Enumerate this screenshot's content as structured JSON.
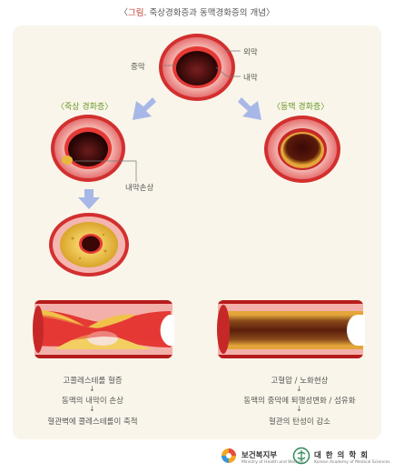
{
  "title": {
    "prefix": "〈",
    "highlight": "그림",
    "rest": ". 죽상경화증과 동맥경화증의 개념〉"
  },
  "top_labels": {
    "outer": "외막",
    "middle": "중막",
    "inner": "내막"
  },
  "left_heading": "〈죽상 경화증〉",
  "right_heading": "〈동맥 경화증〉",
  "injury_label": "내막손상",
  "left_steps": [
    "고콜레스테롤 혈증",
    "동맥의 내막이 손상",
    "혈관벽에 콜레스테롤이 축적"
  ],
  "right_steps": [
    "고혈압 / 노화현상",
    "동맥의 중막에 퇴행성변화 / 섬유화",
    "혈관의 탄성이 감소"
  ],
  "step_arrow": "↓",
  "logos": {
    "ministry": "보건복지부",
    "ministry_sub": "Ministry of Health and Welfare",
    "society": "대 한 의 학 회",
    "society_sub": "Korean Academy of Medical Sciences"
  },
  "colors": {
    "wall_pink": "#ef9a9a",
    "wall_dark": "#c62828",
    "lumen": "#4a0d0d",
    "plaque": "#e0b83a",
    "arrow_blue": "#a7b8e8",
    "heading_green": "#6a9a2a"
  }
}
